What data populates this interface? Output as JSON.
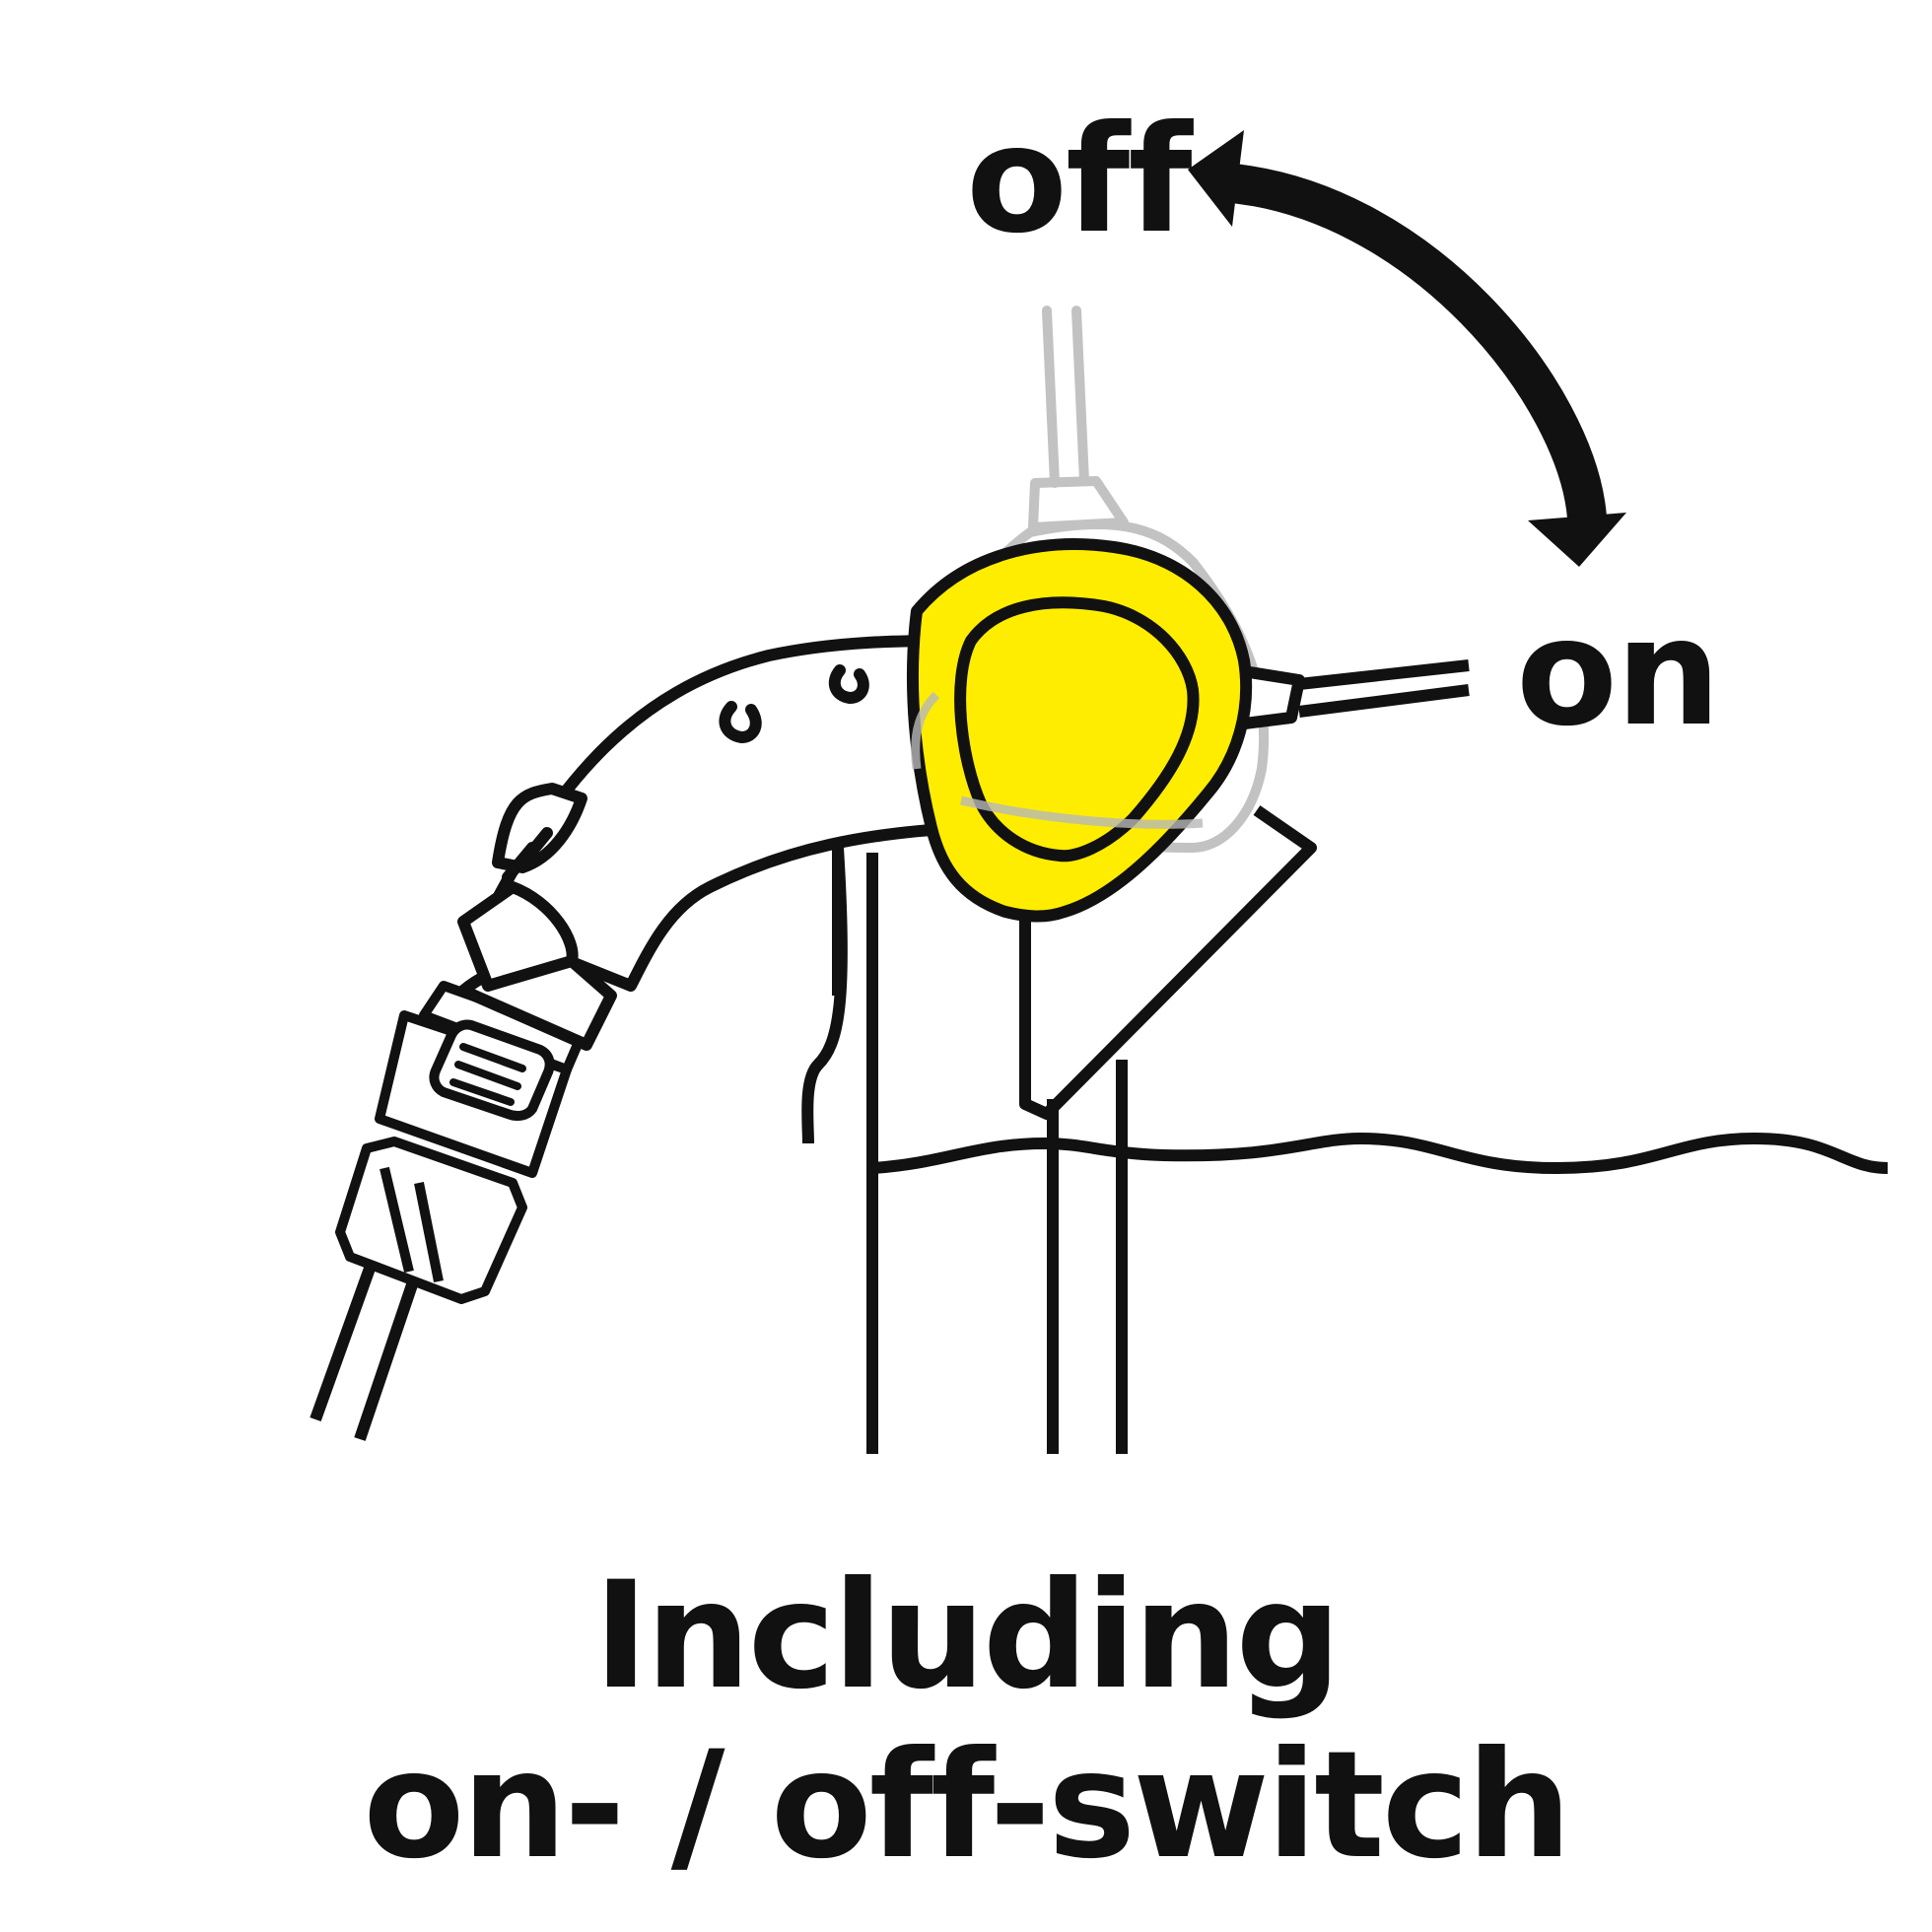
{
  "labels": {
    "off": "off",
    "on": "on"
  },
  "caption": {
    "line1": "Including",
    "line2": "on- / off-switch"
  },
  "colors": {
    "switch_yellow": "#FFED00",
    "line": "#111111",
    "ghost_gray": "#C2C2C2"
  }
}
